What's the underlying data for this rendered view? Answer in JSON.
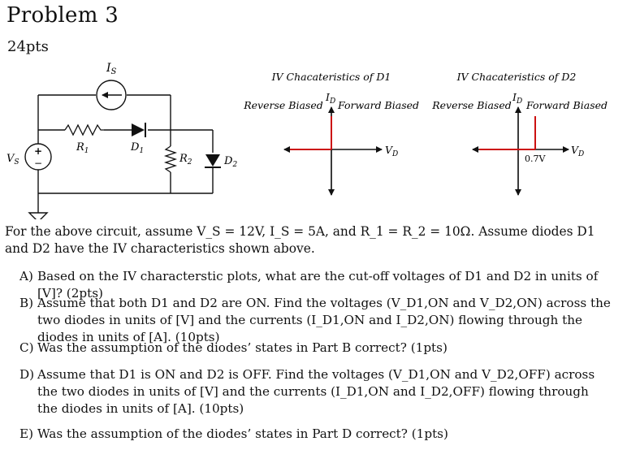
{
  "header": {
    "title": "Problem 3",
    "points": "24pts"
  },
  "circuit": {
    "label_is": "I",
    "label_is_sub": "S",
    "label_vs": "V",
    "label_vs_sub": "S",
    "label_r1": "R",
    "label_r1_sub": "1",
    "label_d1": "D",
    "label_d1_sub": "1",
    "label_r2": "R",
    "label_r2_sub": "2",
    "label_d2": "D",
    "label_d2_sub": "2",
    "plus_sign": "+",
    "minus_sign": "−"
  },
  "iv_plot_d1": {
    "title": "IV Chacateristics of D1",
    "left_label": "Reverse Biased",
    "right_label": "Forward Biased",
    "y_axis_label": "I",
    "y_axis_sub": "D",
    "x_axis_label": "V",
    "x_axis_sub": "D"
  },
  "iv_plot_d2": {
    "title": "IV Chacateristics of D2",
    "left_label": "Reverse Biased",
    "right_label": "Forward Biased",
    "y_axis_label": "I",
    "y_axis_sub": "D",
    "x_axis_label": "V",
    "x_axis_sub": "D",
    "threshold_label": "0.7V"
  },
  "problem": {
    "intro": "For the above circuit, assume V_S = 12V, I_S = 5A, and R_1 = R_2 = 10Ω. Assume diodes D1 and D2 have the IV characteristics shown above.",
    "questions": [
      {
        "letter": "A)",
        "text": "Based on the IV characterstic plots, what are the cut-off voltages of D1 and D2 in units of [V]? (2pts)"
      },
      {
        "letter": "B)",
        "text": "Assume that both D1 and D2 are ON. Find the voltages (V_D1,ON and V_D2,ON) across the two diodes in units of [V] and the currents (I_D1,ON and I_D2,ON) flowing through the diodes in units of [A]. (10pts)"
      },
      {
        "letter": "C)",
        "text": "Was the assumption of the diodes’ states in Part B correct? (1pts)"
      },
      {
        "letter": "D)",
        "text": "Assume that D1 is ON and D2 is OFF. Find the voltages (V_D1,ON and V_D2,OFF) across the two diodes in units of [V] and the currents (I_D1,ON and I_D2,OFF) flowing through the diodes in units of [A]. (10pts)"
      },
      {
        "letter": "E)",
        "text": "Was the assumption of the diodes’ states in Part D correct? (1pts)"
      }
    ]
  },
  "colors": {
    "characteristic_line": "#cc1111",
    "axis": "#111111"
  }
}
